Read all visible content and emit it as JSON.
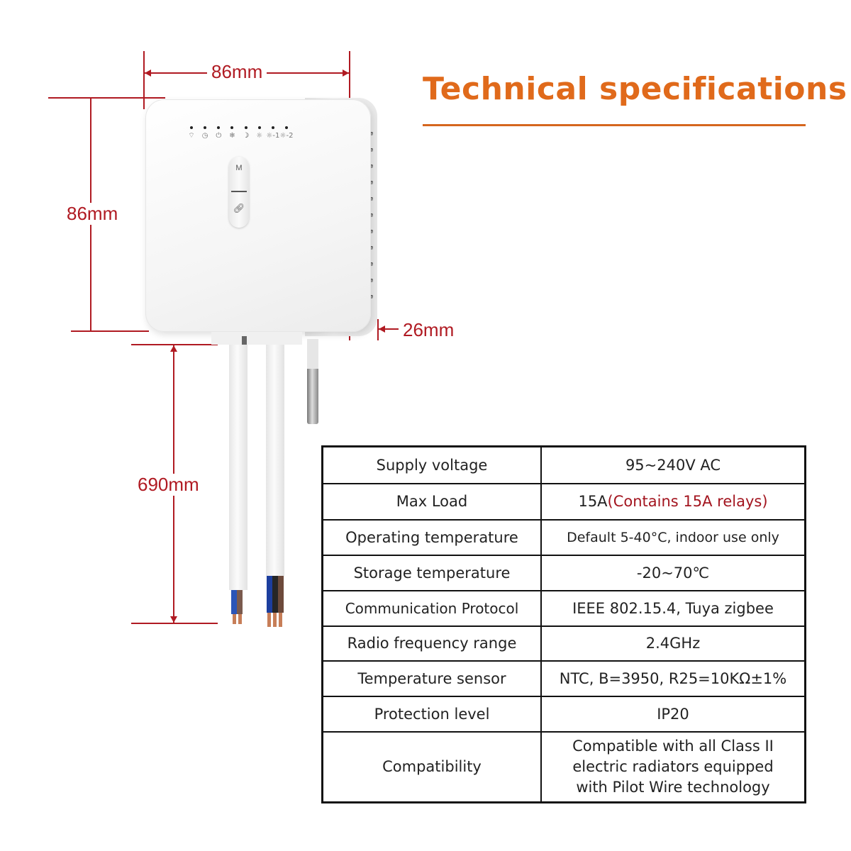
{
  "title": "Technical specifications",
  "dimensions": {
    "width": "86mm",
    "height": "86mm",
    "depth": "26mm",
    "cable_length": "690mm"
  },
  "device": {
    "indicator_icons": [
      "wifi-icon",
      "clock-icon",
      "power-icon",
      "snowflake-icon",
      "moon-icon",
      "sun-icon",
      "sun-minus-1-icon",
      "sun-minus-2-icon"
    ],
    "indicator_labels": [
      "",
      "",
      "",
      "",
      "",
      "",
      "-1",
      "-2"
    ],
    "button_top_label": "M",
    "button_bottom_icon": "link-icon"
  },
  "specs": [
    {
      "label": "Supply voltage",
      "value": "95~240V AC"
    },
    {
      "label": "Max Load",
      "value": "15A",
      "value_note": "(Contains 15A relays)"
    },
    {
      "label": "Operating temperature",
      "value": "Default 5-40°C, indoor use only"
    },
    {
      "label": "Storage temperature",
      "value": "-20~70℃"
    },
    {
      "label": "Communication Protocol",
      "value": "IEEE 802.15.4, Tuya zigbee"
    },
    {
      "label": "Radio frequency range",
      "value": "2.4GHz"
    },
    {
      "label": "Temperature sensor",
      "value": "NTC, B=3950, R25=10KΩ±1%"
    },
    {
      "label": "Protection level",
      "value": "IP20"
    },
    {
      "label": "Compatibility",
      "value_lines": [
        "Compatible with all Class II",
        "electric radiators equipped",
        "with Pilot Wire technology"
      ]
    }
  ],
  "colors": {
    "title": "#e06a1b",
    "dimension": "#b01a22",
    "note": "#a3151f",
    "border": "#111111"
  }
}
